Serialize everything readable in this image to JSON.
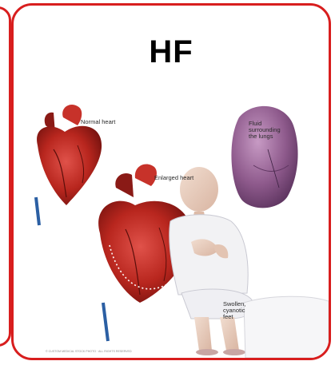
{
  "title": "HF",
  "labels": {
    "normal_heart": "Normal heart",
    "enlarged_heart": "Enlarged heart",
    "fluid_line1": "Fluid",
    "fluid_line2": "surrounding",
    "fluid_line3": "the lungs",
    "feet_line1": "Swollen,",
    "feet_line2": "cyanotic",
    "feet_line3": "feet"
  },
  "credit": "© CUSTOM MEDICAL STOCK PHOTO · ALL RIGHTS RESERVED",
  "colors": {
    "frame_border": "#d81e1e",
    "heart_red": "#b8261e",
    "lung_purple": "#8e5a8c",
    "skin": "#e9cfc0"
  }
}
